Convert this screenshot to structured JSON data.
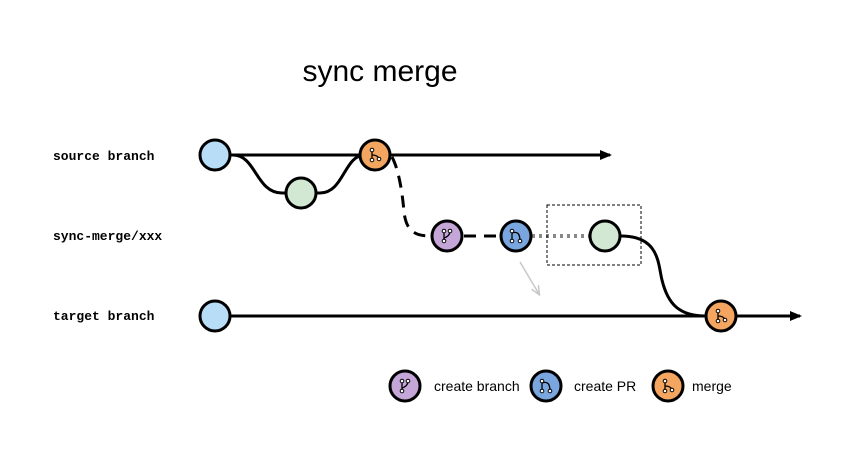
{
  "diagram": {
    "title": "sync merge",
    "lanes": [
      {
        "id": "source",
        "label": "source branch"
      },
      {
        "id": "sync",
        "label": "sync-merge/xxx"
      },
      {
        "id": "target",
        "label": "target branch"
      }
    ],
    "legend": [
      {
        "icon": "create-branch-icon",
        "label": "create branch",
        "color": "#c5a6d8"
      },
      {
        "icon": "create-pr-icon",
        "label": "create PR",
        "color": "#7aa6e0"
      },
      {
        "icon": "merge-icon",
        "label": "merge",
        "color": "#f4a660"
      }
    ],
    "colors": {
      "commit_blue": "#b8def7",
      "commit_green": "#d3e8d2",
      "branch_purple": "#c5a6d8",
      "pr_blue": "#7aa6e0",
      "merge_orange": "#f4a660"
    }
  }
}
